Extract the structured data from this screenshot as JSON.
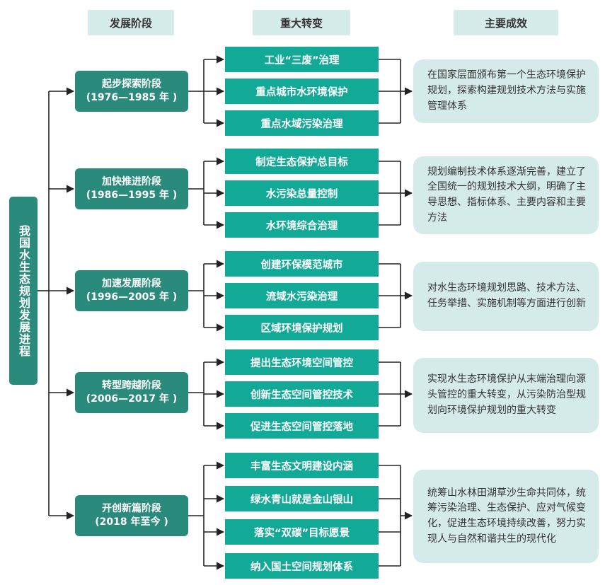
{
  "headers": {
    "stage": "发展阶段",
    "change": "重大转变",
    "result": "主要成效"
  },
  "root": "我国水生态规划发展进程",
  "stages": [
    {
      "name": "起步探索阶段",
      "period": "(1976—1985 年 )",
      "changes": [
        "工业“三废”治理",
        "重点城市水环境保护",
        "重点水域污染治理"
      ],
      "result": "在国家层面颁布第一个生态环境保护规划，探索构建规划技术方法与实施管理体系"
    },
    {
      "name": "加快推进阶段",
      "period": "(1986—1995 年 )",
      "changes": [
        "制定生态保护总目标",
        "水污染总量控制",
        "水环境综合治理"
      ],
      "result": "规划编制技术体系逐渐完善，建立了全国统一的规划技术大纲，明确了主导思想、指标体系、主要内容和主要方法"
    },
    {
      "name": "加速发展阶段",
      "period": "(1996—2005 年 )",
      "changes": [
        "创建环保模范城市",
        "流域水污染治理",
        "区域环境保护规划"
      ],
      "result": "对水生态环境规划思路、技术方法、任务举措、实施机制等方面进行创新"
    },
    {
      "name": "转型跨越阶段",
      "period": "(2006—2017 年 )",
      "changes": [
        "提出生态环境空间管控",
        "创新生态空间管控技术",
        "促进生态空间管控落地"
      ],
      "result": "实现水生态环境保护从末端治理向源头管控的重大转变，从污染防治型规划向环境保护规划的重大转变"
    },
    {
      "name": "开创新篇阶段",
      "period": "(2018 年至今 )",
      "changes": [
        "丰富生态文明建设内涵",
        "绿水青山就是金山银山",
        "落实“双碳”目标愿景",
        "纳入国土空间规划体系"
      ],
      "result": "统筹山水林田湖草沙生命共同体，统筹污染治理、生态保护、应对气候变化，促进生态环境持续改善，努力实现人与自然和谐共生的现代化"
    }
  ]
}
